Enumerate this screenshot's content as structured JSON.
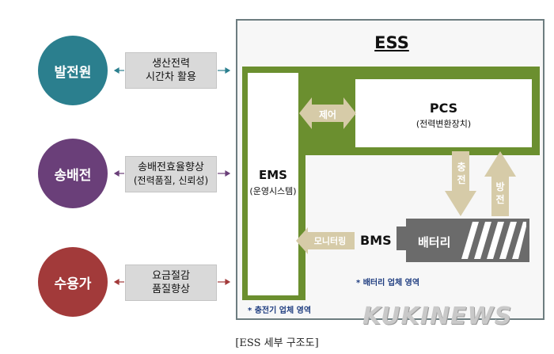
{
  "left_nodes": [
    {
      "label": "발전원",
      "color": "#2b7f8e",
      "desc": [
        "생산전력",
        "시간차 활용"
      ]
    },
    {
      "label": "송배전",
      "color": "#6a3f79",
      "desc": [
        "송배전효율향상",
        "(전력품질, 신뢰성)"
      ]
    },
    {
      "label": "수용가",
      "color": "#a23a3a",
      "desc": [
        "요금절감",
        "품질향상"
      ]
    }
  ],
  "ess": {
    "title": "ESS",
    "ems_title": "EMS",
    "ems_sub": "(운영시스템)",
    "pcs_title": "PCS",
    "pcs_sub": "(전력변환장치)",
    "control_label": "제어",
    "charge_label": "충전",
    "discharge_label": "방전",
    "monitoring_label": "모니터링",
    "bms_label": "BMS",
    "battery_label": "배터리",
    "note_battery": "* 배터리 업체 영역",
    "note_charger": "* 충전기 업체 영역"
  },
  "watermark": "KUKINEWS",
  "caption": "[ESS 세부 구조도]",
  "colors": {
    "green": "#6b8f2f",
    "arrow_fill": "#d6cba8",
    "battery_dark": "#6b6b6b",
    "frame_border": "#6d7d80"
  }
}
